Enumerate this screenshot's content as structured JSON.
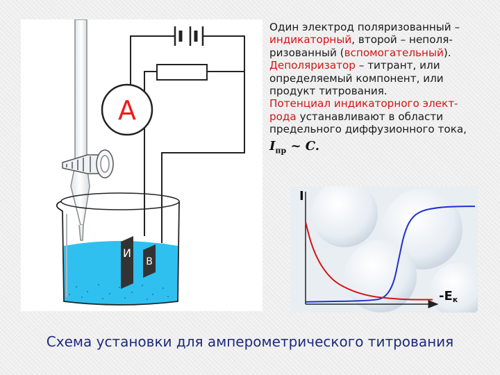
{
  "apparatus": {
    "ammeter_symbol": "А",
    "electrode_indicator": "И",
    "electrode_auxiliary": "В"
  },
  "description": {
    "p1": "Один электрод поляризованный – ",
    "p2": "индикаторный",
    "p3": ", второй – неполя-\nризованный (",
    "p4": "вспомогательный",
    "p5": ").\n",
    "p6": "Деполяризатор",
    "p7": " – титрант, или\nопределяемый компонент, или\nпродукт титрования.\n",
    "p8": "Потенциал индикаторного элект-\nрода",
    "p9": " устанавливают в области\nпредельного диффузионного тока,",
    "formula_main": "I",
    "formula_sub": "пр",
    "formula_tail": " ~ C."
  },
  "chart_data": {
    "type": "line",
    "title": "",
    "xlabel": "-Eк",
    "ylabel": "I",
    "series": [
      {
        "color": "#1f2fd0",
        "points": [
          [
            0.0,
            0.02
          ],
          [
            0.4,
            0.03
          ],
          [
            0.47,
            0.06
          ],
          [
            0.52,
            0.18
          ],
          [
            0.55,
            0.4
          ],
          [
            0.58,
            0.62
          ],
          [
            0.62,
            0.76
          ],
          [
            0.68,
            0.83
          ],
          [
            0.78,
            0.86
          ],
          [
            0.9,
            0.87
          ],
          [
            1.0,
            0.87
          ]
        ]
      },
      {
        "color": "#d11414",
        "points": [
          [
            0.0,
            0.73
          ],
          [
            0.03,
            0.55
          ],
          [
            0.07,
            0.4
          ],
          [
            0.12,
            0.28
          ],
          [
            0.18,
            0.19
          ],
          [
            0.27,
            0.12
          ],
          [
            0.38,
            0.07
          ],
          [
            0.5,
            0.05
          ],
          [
            0.62,
            0.04
          ],
          [
            0.75,
            0.04
          ]
        ]
      }
    ]
  },
  "caption": "Схема установки для амперометрического титрования",
  "colors": {
    "solution": "#2fc0ef",
    "wire": "#222222",
    "ammeter": "#ee1c1c",
    "caption": "#1e2a7a",
    "red_text": "#d11414"
  }
}
